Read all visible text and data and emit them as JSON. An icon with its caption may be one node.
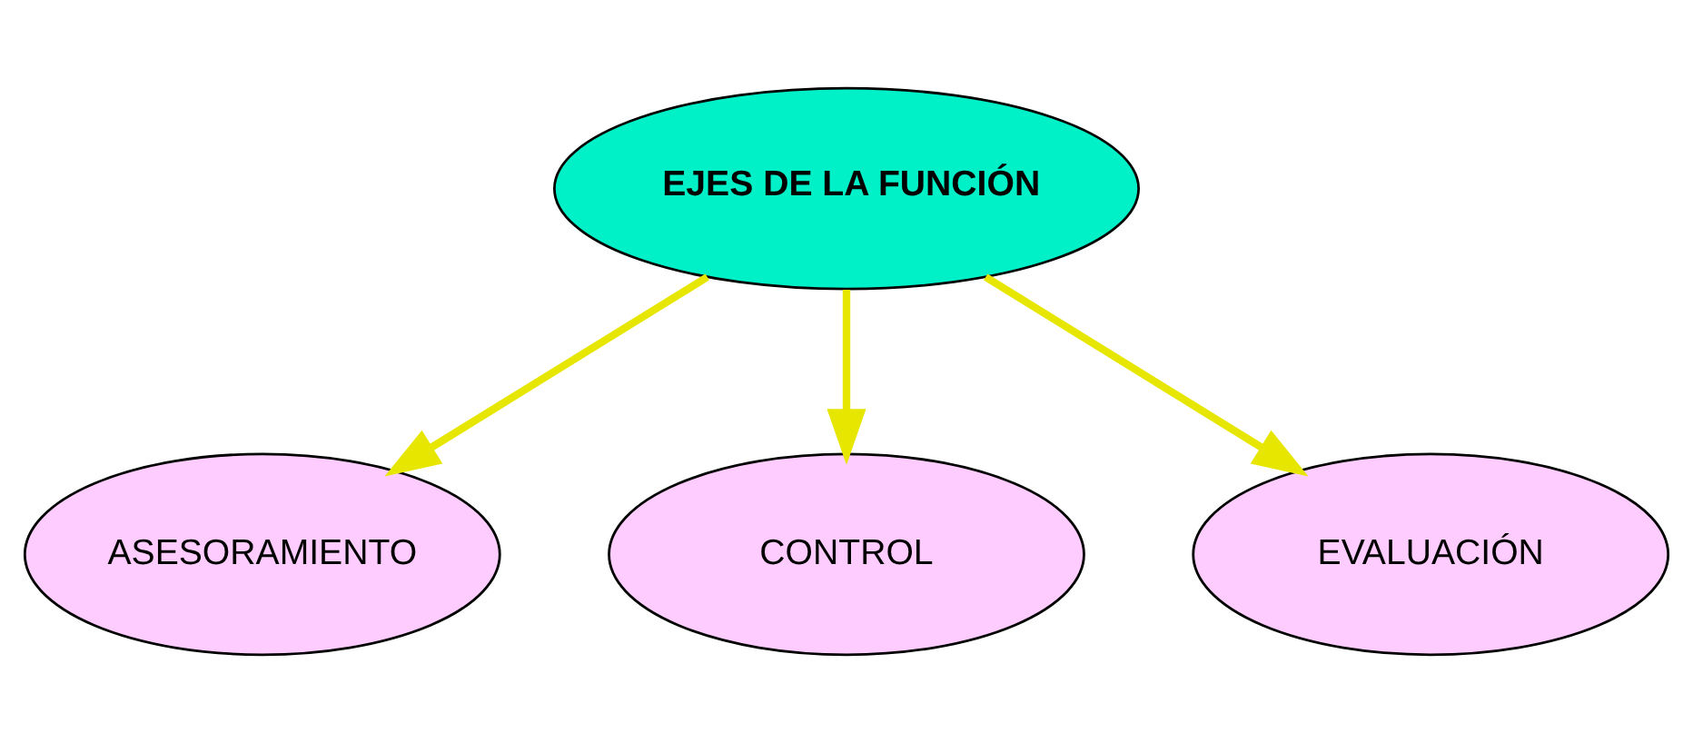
{
  "diagram": {
    "nodes": [
      {
        "text": [
          "EJES DE LA FUNCIÓN"
        ]
      },
      {
        "text": [
          "ASESORAMIENTO"
        ]
      },
      {
        "text": [
          "CONTROL"
        ]
      },
      {
        "text": [
          "EVALUACIÓN"
        ]
      }
    ],
    "edges": [
      {
        "from": 0,
        "to": 1,
        "arrow": "to"
      },
      {
        "from": 0,
        "to": 2,
        "arrow": "to"
      },
      {
        "from": 0,
        "to": 3,
        "arrow": "to"
      }
    ]
  }
}
